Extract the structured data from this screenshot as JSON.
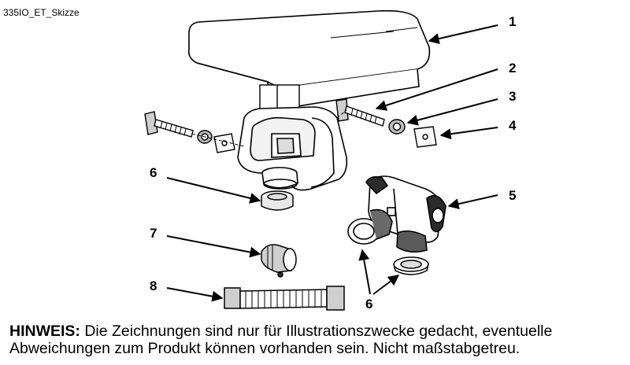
{
  "title": "335IO_ET_Skizze",
  "callouts": {
    "c1": "1",
    "c2": "2",
    "c3": "3",
    "c4": "4",
    "c5": "5",
    "c6a": "6",
    "c6b": "6",
    "c7": "7",
    "c8": "8"
  },
  "note": {
    "label": "HINWEIS:",
    "text": " Die Zeichnungen sind nur für Illustrationszwecke gedacht, eventuelle Abweichungen zum Produkt können vorhanden sein. Nicht maßstabgetreu."
  }
}
